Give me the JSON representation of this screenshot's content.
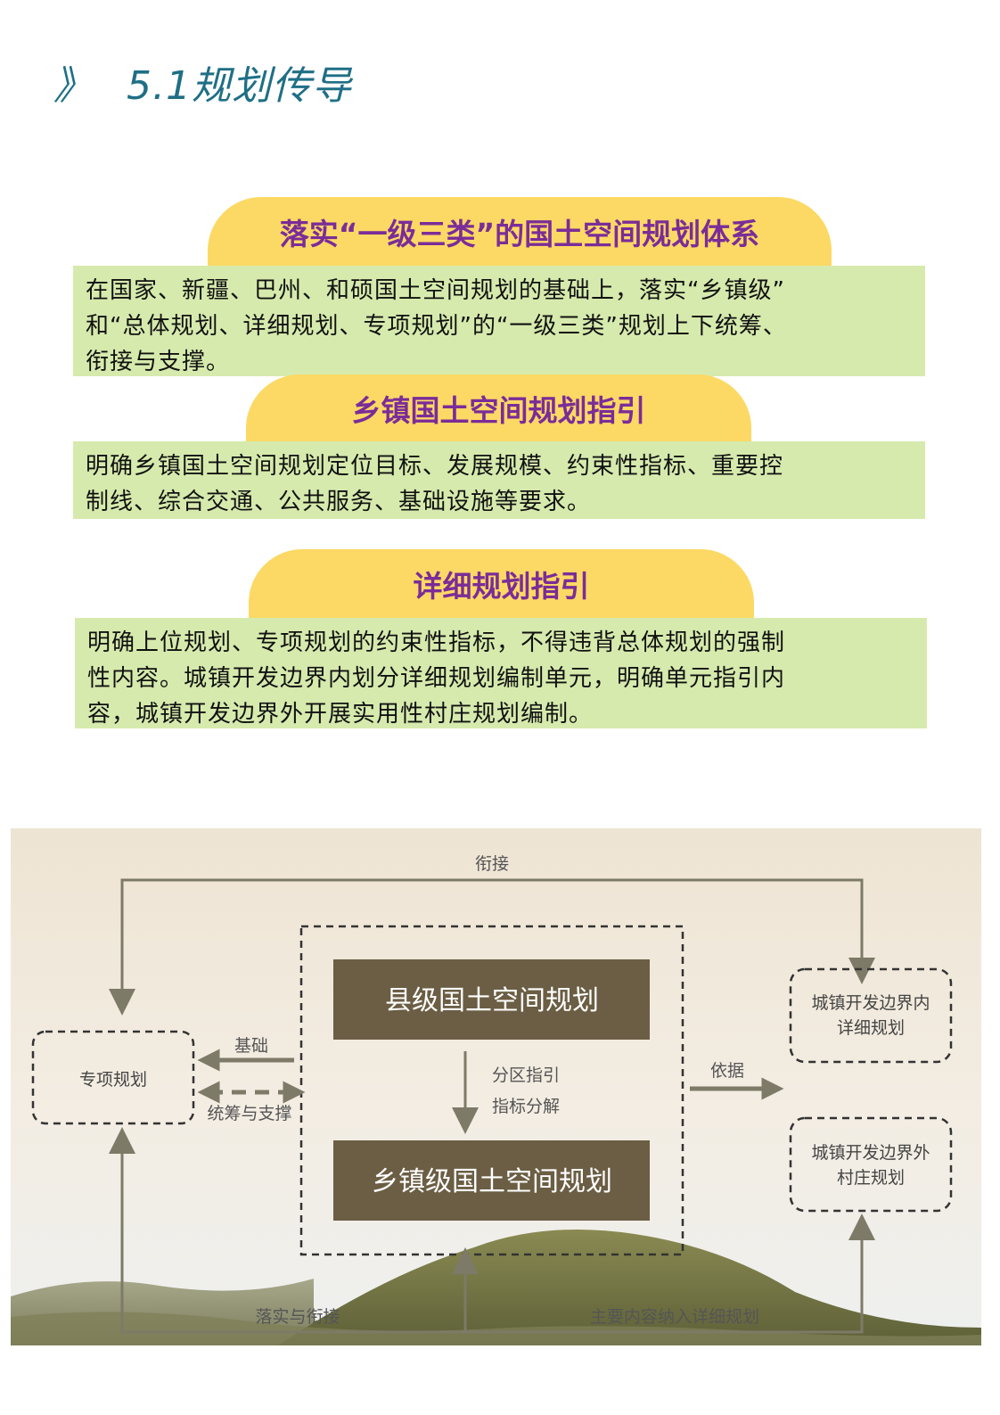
{
  "heading": {
    "marker": "》",
    "title": "5.1规划传导"
  },
  "blocks": [
    {
      "title": "落实“一级三类”的国土空间规划体系",
      "lines": [
        "在国家、新疆、巴州、和硕国土空间规划的基础上，落实“乡镇级”",
        "和“总体规划、详细规划、专项规划”的“一级三类”规划上下统筹、",
        "衔接与支撑。"
      ]
    },
    {
      "title": "乡镇国土空间规划指引",
      "lines": [
        "明确乡镇国土空间规划定位目标、发展规模、约束性指标、重要控",
        "制线、综合交通、公共服务、基础设施等要求。"
      ]
    },
    {
      "title": "详细规划指引",
      "lines": [
        "明确上位规划、专项规划的约束性指标，不得违背总体规划的强制",
        "性内容。城镇开发边界内划分详细规划编制单元，明确单元指引内",
        "容，城镇开发边界外开展实用性村庄规划编制。"
      ]
    }
  ],
  "diagram": {
    "top_label": "衔接",
    "county_plan": "县级国土空间规划",
    "township_plan": "乡镇级国土空间规划",
    "down_labels": [
      "分区指引",
      "指标分解"
    ],
    "special_plan": "专项规划",
    "base_label": "基础",
    "coord_label": "统筹与支撑",
    "basis_label": "依据",
    "inside_boundary": [
      "城镇开发边界内",
      "详细规划"
    ],
    "outside_boundary": [
      "城镇开发边界外",
      "村庄规划"
    ],
    "bottom_left_label": "落实与衔接",
    "bottom_right_label": "主要内容纳入详细规划"
  },
  "colors": {
    "heading": "#1f6f86",
    "pill_fill": "#fcd964",
    "pill_text": "#7b2c98",
    "text_box": "#d6eaad",
    "diagram_box": "#6b5e44",
    "diagram_arrow": "#7d7a68"
  }
}
